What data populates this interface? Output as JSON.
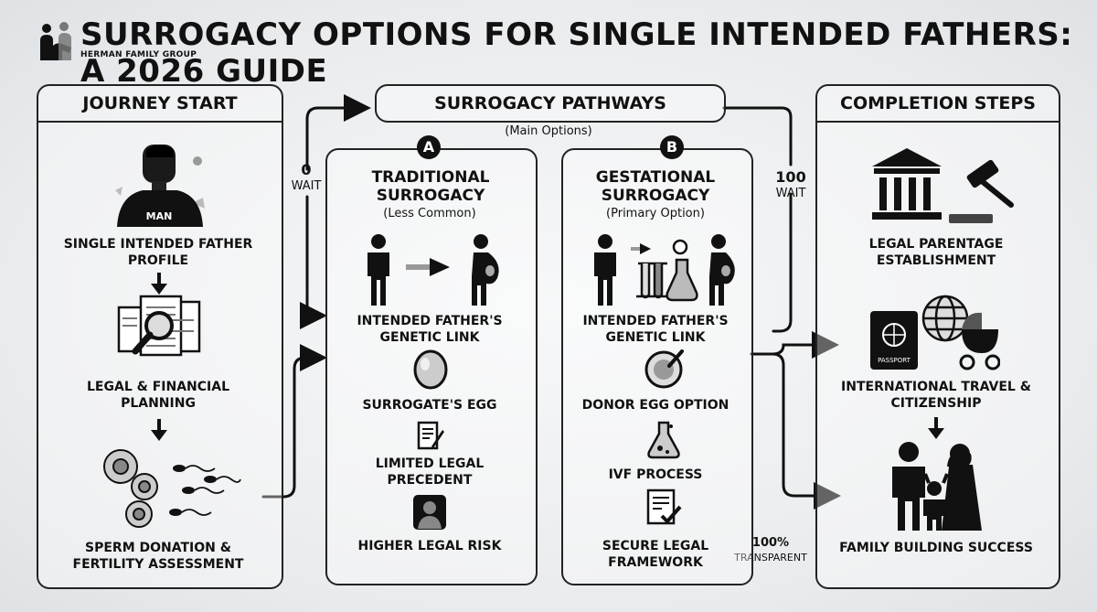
{
  "header": {
    "title": "SURROGACY OPTIONS FOR SINGLE INTENDED FATHERS: A 2026 GUIDE",
    "brand": "HERMAN FAMILY GROUP"
  },
  "journey": {
    "heading": "JOURNEY START",
    "avatar_label": "MAN",
    "steps": [
      "SINGLE INTENDED FATHER PROFILE",
      "LEGAL & FINANCIAL PLANNING",
      "SPERM DONATION & FERTILITY ASSESSMENT"
    ]
  },
  "pathways": {
    "heading": "SURROGACY PATHWAYS",
    "subheading": "(Main Options)",
    "wait_left": {
      "value": "0",
      "unit": "WAIT"
    },
    "wait_right": {
      "value": "100",
      "unit": "WAIT"
    },
    "transparent": {
      "value": "100%",
      "unit": "TRANSPARENT"
    },
    "options": [
      {
        "badge": "A",
        "title": "TRADITIONAL SURROGACY",
        "note": "(Less Common)",
        "items": [
          "INTENDED FATHER'S GENETIC LINK",
          "SURROGATE'S EGG",
          "LIMITED LEGAL PRECEDENT",
          "HIGHER LEGAL RISK"
        ]
      },
      {
        "badge": "B",
        "title": "GESTATIONAL SURROGACY",
        "note": "(Primary Option)",
        "items": [
          "INTENDED FATHER'S GENETIC LINK",
          "DONOR EGG OPTION",
          "IVF PROCESS",
          "SECURE LEGAL FRAMEWORK"
        ]
      }
    ]
  },
  "completion": {
    "heading": "COMPLETION STEPS",
    "passport_text": "PASSPORT",
    "steps": [
      "LEGAL PARENTAGE ESTABLISHMENT",
      "INTERNATIONAL TRAVEL & CITIZENSHIP",
      "FAMILY BUILDING SUCCESS"
    ]
  },
  "icons": [
    "family-logo-icon",
    "man-avatar-icon",
    "documents-magnifier-icon",
    "sperm-cells-icon",
    "person-icon",
    "arrow-right-icon",
    "pregnant-woman-icon",
    "egg-icon",
    "document-pen-icon",
    "user-silhouette-icon",
    "test-tubes-icon",
    "petri-dish-icon",
    "flask-icon",
    "checklist-icon",
    "courthouse-icon",
    "gavel-icon",
    "passport-icon",
    "globe-icon",
    "stroller-icon",
    "family-icon"
  ],
  "colors": {
    "ink": "#111111",
    "background": "#eceef0"
  }
}
